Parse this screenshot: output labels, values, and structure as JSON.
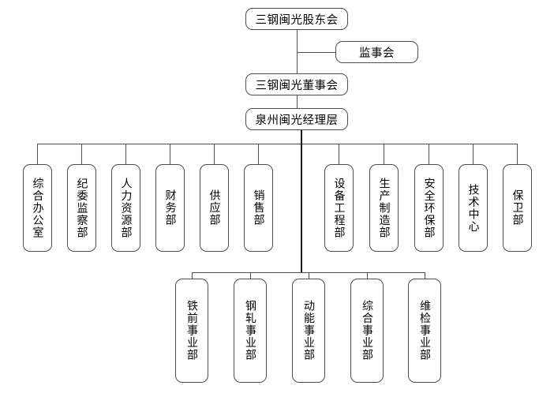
{
  "chart_title": "",
  "colors": {
    "background": "#ffffff",
    "box_border": "#4d4d4d",
    "connector": "#4d4d4d",
    "trunk": "#1a1a1a",
    "text": "#000000"
  },
  "top_chain": {
    "shareholders": "三钢闽光股东会",
    "supervisors": "监事会",
    "board": "三钢闽光董事会",
    "management": "泉州闽光经理层"
  },
  "departments_left": [
    {
      "label": "综合办公室"
    },
    {
      "label": "纪委监察部"
    },
    {
      "label": "人力资源部"
    },
    {
      "label": "财务部"
    },
    {
      "label": "供应部"
    },
    {
      "label": "销售部"
    }
  ],
  "departments_right": [
    {
      "label": "设备工程部"
    },
    {
      "label": "生产制造部"
    },
    {
      "label": "安全环保部"
    },
    {
      "label": "技术中心"
    },
    {
      "label": "保卫部"
    }
  ],
  "business_units": [
    {
      "label": "铁前事业部"
    },
    {
      "label": "钢轧事业部"
    },
    {
      "label": "动能事业部"
    },
    {
      "label": "综合事业部"
    },
    {
      "label": "维检事业部"
    }
  ]
}
